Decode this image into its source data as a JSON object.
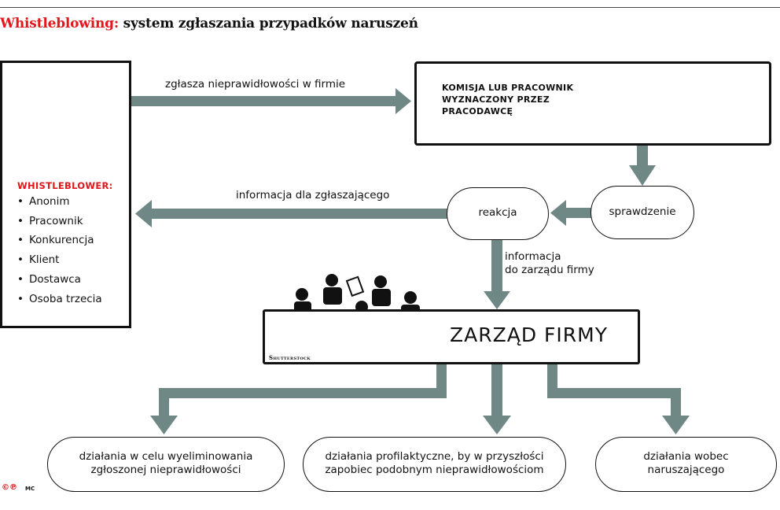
{
  "header": {
    "title_accent": "Whistleblowing:",
    "title_rest": " system zgłaszania przypadków naruszeń"
  },
  "whistleblower": {
    "heading": "WHISTLEBLOWER:",
    "items": [
      "Anonim",
      "Pracownik",
      "Konkurencja",
      "Klient",
      "Dostawca",
      "Osoba trzecia"
    ]
  },
  "commission": {
    "line1": "KOMISJA LUB PRACOWNIK",
    "line2": "WYZNACZONY PRZEZ",
    "line3": "PRACODAWCĘ"
  },
  "edges": {
    "report": "zgłasza nieprawidłowości w firmie",
    "info_reporter": "informacja dla zgłaszającego",
    "info_board_1": "informacja",
    "info_board_2": "do zarządu firmy"
  },
  "nodes": {
    "check": "sprawdzenie",
    "reaction": "reakcja",
    "board": "ZARZĄD FIRMY",
    "board_credit": "Shutterstock"
  },
  "outcomes": [
    {
      "line1": "działania w celu wyeliminowania",
      "line2": "zgłoszonej nieprawidłowości"
    },
    {
      "line1": "działania profilaktyczne, by w przyszłości",
      "line2": "zapobiec podobnym nieprawidłowościom"
    },
    {
      "line1": "działania wobec",
      "line2": "naruszającego"
    }
  ],
  "footer": {
    "logo": "©℗",
    "author": "MC"
  },
  "colors": {
    "arrow": "#6f8886",
    "accent": "#e3161b",
    "ink": "#111111"
  },
  "icons": [
    "whistleblower-person-icon",
    "meeting-table-icon",
    "business-team-icon"
  ]
}
